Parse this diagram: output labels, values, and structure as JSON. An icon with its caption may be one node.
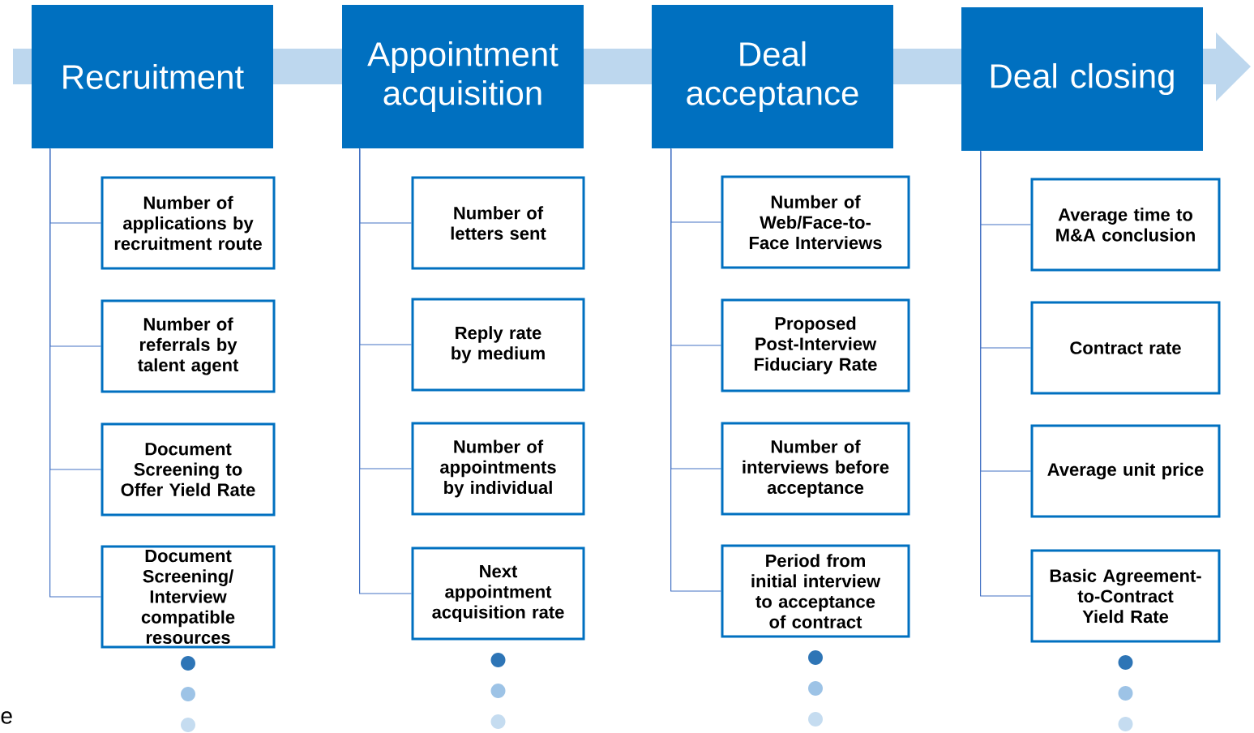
{
  "diagram": {
    "nodes": [
      {
        "text": [
          "Recruitment"
        ]
      },
      {
        "text": [
          "Number of applications by recruitment route"
        ]
      },
      {
        "text": [
          "Number of referrals by talent agent"
        ]
      },
      {
        "text": [
          "Document Screening to Offer Yield Rate"
        ]
      },
      {
        "text": [
          "Document Screening/ Interview compatible resources"
        ]
      },
      {
        "text": [
          "Appointment acquisition"
        ]
      },
      {
        "text": [
          "Number of letters sent"
        ]
      },
      {
        "text": [
          "Reply rate by medium"
        ]
      },
      {
        "text": [
          "Number of appointments by individual"
        ]
      },
      {
        "text": [
          "Next appointment acquisition rate"
        ]
      },
      {
        "text": [
          "Deal acceptance"
        ]
      },
      {
        "text": [
          "Number of Web/Face-to-Face Interviews"
        ]
      },
      {
        "text": [
          "Proposed Post-Interview Fiduciary Rate"
        ]
      },
      {
        "text": [
          "Number of interviews before acceptance"
        ]
      },
      {
        "text": [
          "Period from initial interview to acceptance of contract"
        ]
      },
      {
        "text": [
          "Deal closing"
        ]
      },
      {
        "text": [
          "Average time to M&A conclusion"
        ]
      },
      {
        "text": [
          "Contract rate"
        ]
      },
      {
        "text": [
          "Average unit price"
        ]
      },
      {
        "text": [
          "Basic Agreement-to-Contract Yield Rate"
        ]
      }
    ],
    "edges": [
      {
        "from": 0,
        "to": 1,
        "arrow": "none"
      },
      {
        "from": 0,
        "to": 2,
        "arrow": "none"
      },
      {
        "from": 0,
        "to": 3,
        "arrow": "none"
      },
      {
        "from": 0,
        "to": 4,
        "arrow": "none"
      },
      {
        "from": 5,
        "to": 6,
        "arrow": "none"
      },
      {
        "from": 5,
        "to": 7,
        "arrow": "none"
      },
      {
        "from": 5,
        "to": 8,
        "arrow": "none"
      },
      {
        "from": 5,
        "to": 9,
        "arrow": "none"
      },
      {
        "from": 10,
        "to": 11,
        "arrow": "none"
      },
      {
        "from": 10,
        "to": 12,
        "arrow": "none"
      },
      {
        "from": 10,
        "to": 13,
        "arrow": "none"
      },
      {
        "from": 10,
        "to": 14,
        "arrow": "none"
      },
      {
        "from": 15,
        "to": 16,
        "arrow": "none"
      },
      {
        "from": 15,
        "to": 17,
        "arrow": "none"
      },
      {
        "from": 15,
        "to": 18,
        "arrow": "none"
      },
      {
        "from": 15,
        "to": 19,
        "arrow": "none"
      }
    ],
    "labels": [
      "e"
    ]
  }
}
